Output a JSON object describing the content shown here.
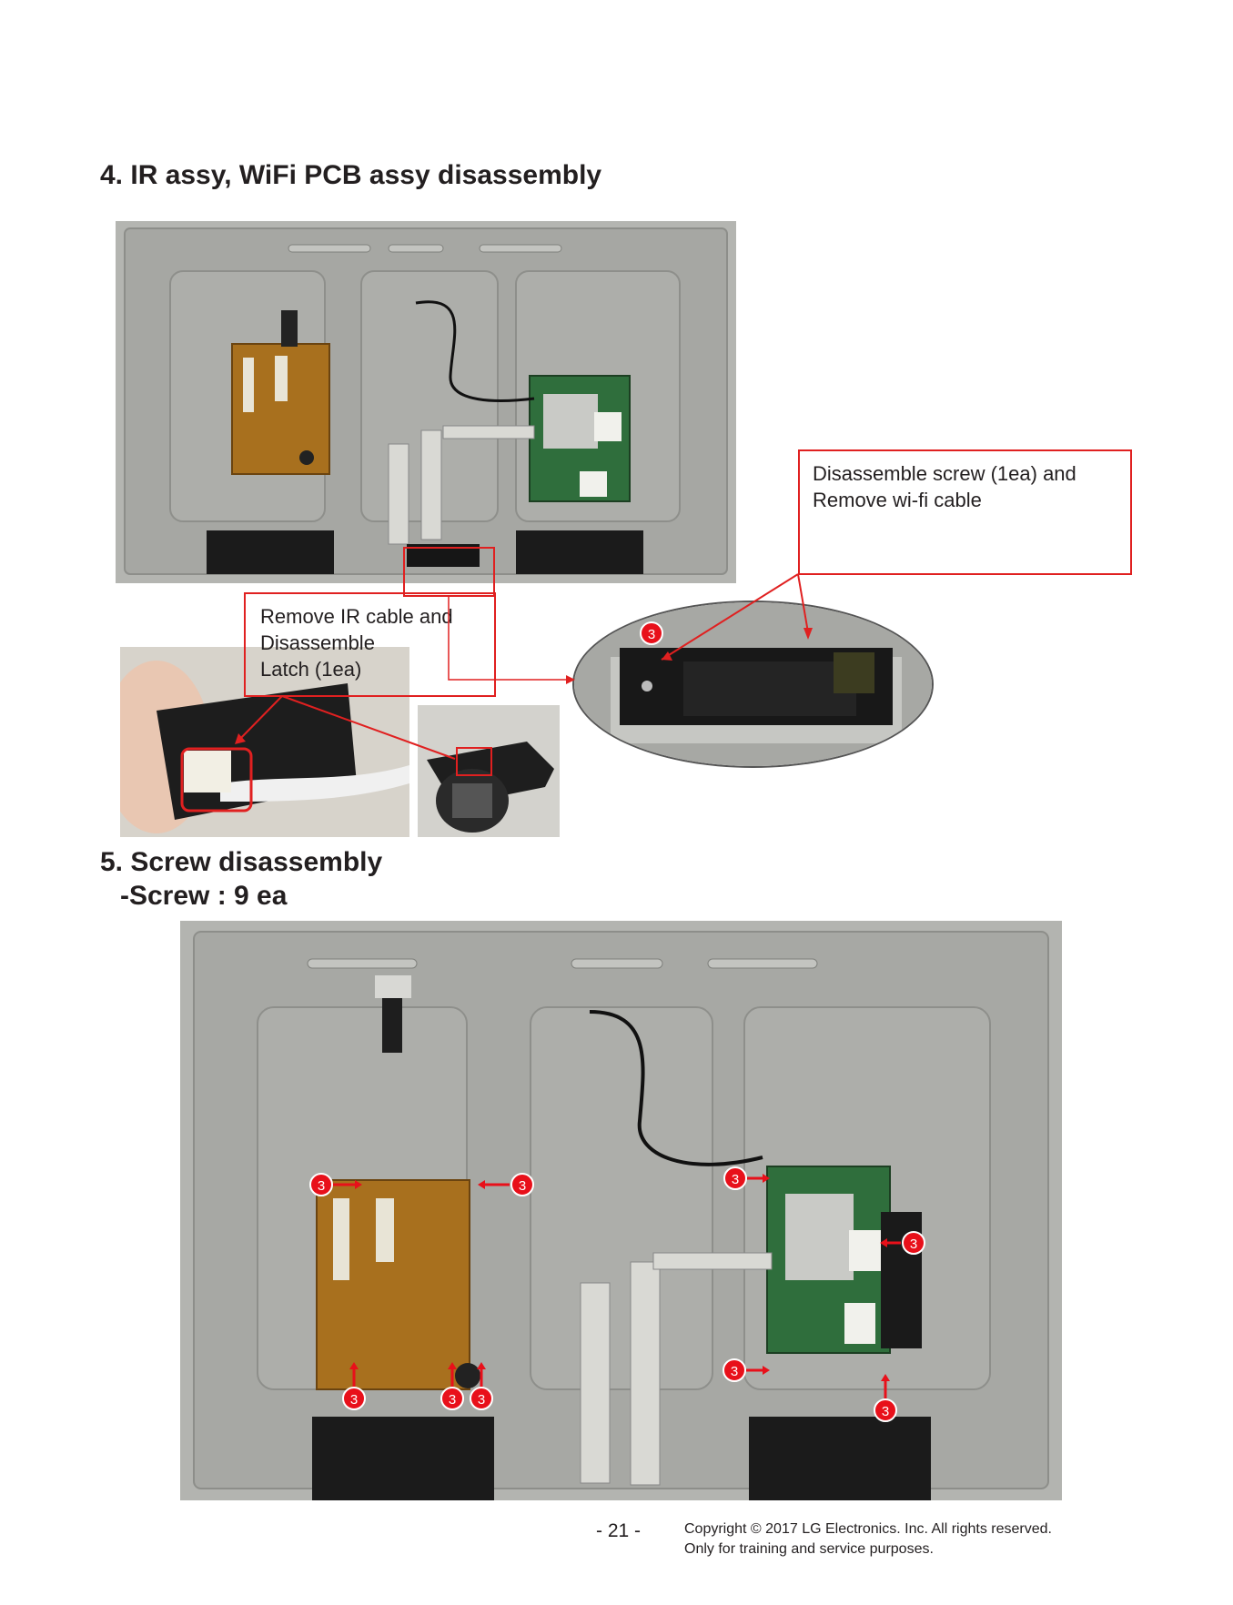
{
  "section4": {
    "title": "4. IR assy, WiFi PCB assy disassembly",
    "callout_wifi": [
      "Disassemble screw (1ea)  and",
      "Remove  wi-fi cable"
    ],
    "callout_ir": [
      "Remove  IR cable and",
      "Disassemble",
      "Latch (1ea)"
    ],
    "screw_label": "3"
  },
  "section5": {
    "title": "5. Screw  disassembly",
    "subtitle": "-Screw : 9 ea",
    "screw_label": "3"
  },
  "footer": {
    "page_number": "- 21 -",
    "copyright_line1": "Copyright  © 2017  LG Electronics. Inc. All rights reserved.",
    "copyright_line2": "Only for training and service purposes."
  },
  "colors": {
    "callout_red": "#e02020",
    "badge_red": "#e8101a",
    "panel_grey": "#a9aaa6",
    "board_green": "#2f6e3c",
    "board_brown": "#a8701e"
  }
}
